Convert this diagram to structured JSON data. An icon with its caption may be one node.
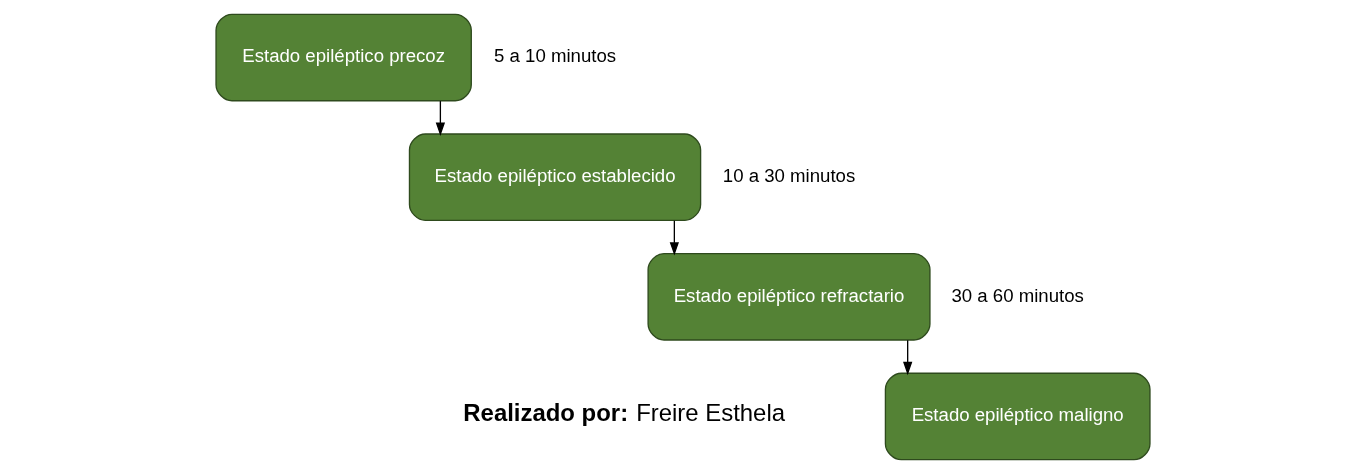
{
  "diagram": {
    "nodes": [
      {
        "text": [
          "Estado epiléptico precoz"
        ],
        "beside": [
          "5 a 10 minutos"
        ]
      },
      {
        "text": [
          "Estado epiléptico establecido"
        ],
        "beside": [
          "10 a 30 minutos"
        ]
      },
      {
        "text": [
          "Estado epiléptico refractario"
        ],
        "beside": [
          "30 a 60 minutos"
        ]
      },
      {
        "text": [
          "Estado epiléptico maligno"
        ]
      }
    ],
    "edges": [
      {
        "from": 0,
        "to": 1,
        "arrow": "to"
      },
      {
        "from": 1,
        "to": 2,
        "arrow": "to"
      },
      {
        "from": 2,
        "to": 3,
        "arrow": "to"
      }
    ],
    "labels": [
      "**Realizado por:** Freire Esthela"
    ]
  }
}
